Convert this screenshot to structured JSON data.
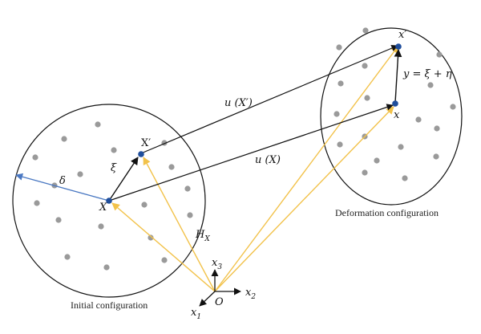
{
  "labels": {
    "initial_config": "Initial configuration",
    "deformation_config": "Deformation configuration",
    "X": "X",
    "X_prime": "X′",
    "xi": "ξ",
    "delta": "δ",
    "H": "H",
    "H_sub": "X",
    "u_X": "u (X)",
    "u_X_prime": "u (X′)",
    "x": "x",
    "x_prime": "x′",
    "y_eq": "y = ξ + η",
    "O": "O",
    "x1": "x",
    "x1_sub": "1",
    "x2": "x",
    "x2_sub": "2",
    "x3": "x",
    "x3_sub": "3"
  },
  "colors": {
    "outline": "#111111",
    "material_point": "#9a9a9a",
    "key_point": "#1f4e9c",
    "position_vector": "#f2c24a",
    "horizon_radius": "#4a78c2",
    "background": "#ffffff"
  }
}
